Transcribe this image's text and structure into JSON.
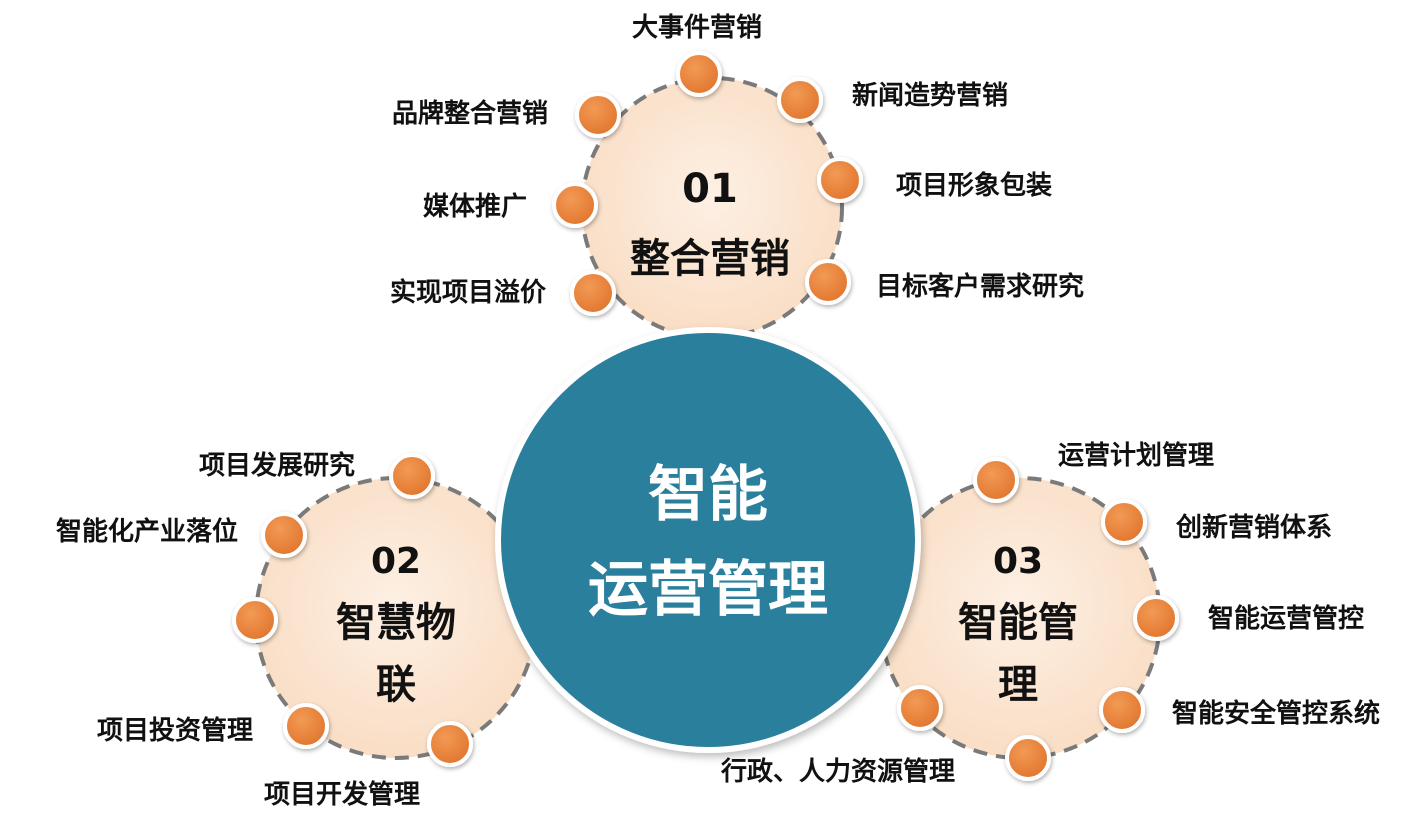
{
  "center": {
    "line1": "智能",
    "line2": "运营管理"
  },
  "clusters": [
    {
      "id": "marketing",
      "number": "01",
      "title_lines": [
        "整合营销"
      ],
      "items": [
        "大事件营销",
        "新闻造势营销",
        "项目形象包装",
        "目标客户需求研究",
        "品牌整合营销",
        "媒体推广",
        "实现项目溢价"
      ]
    },
    {
      "id": "iot",
      "number": "02",
      "title_lines": [
        "智慧物",
        "联"
      ],
      "items": [
        "项目发展研究",
        "智能化产业落位",
        "项目投资管理",
        "项目开发管理"
      ]
    },
    {
      "id": "management",
      "number": "03",
      "title_lines": [
        "智能管",
        "理"
      ],
      "items": [
        "运营计划管理",
        "创新营销体系",
        "智能运营管控",
        "智能安全管控系统",
        "行政、人力资源管理"
      ]
    }
  ],
  "colors": {
    "center_fill": "#2a7f9c",
    "cluster_fill": "#fce6d2",
    "cluster_border": "#7a7a7a",
    "node_fill": "#e8823c",
    "text": "#111111"
  }
}
